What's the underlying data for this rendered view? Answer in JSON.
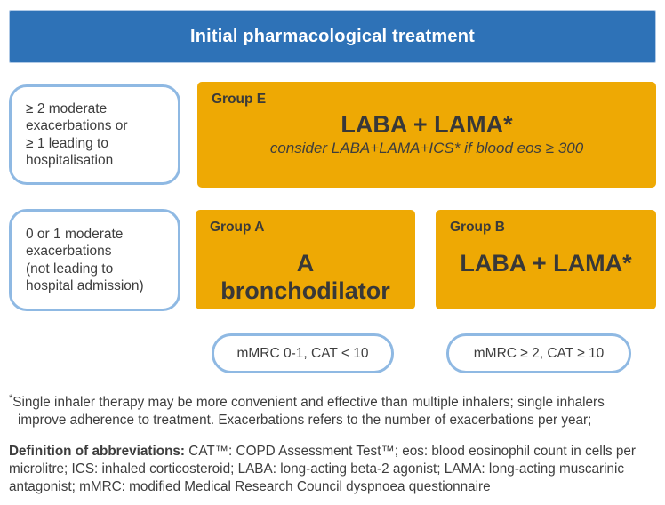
{
  "colors": {
    "header_blue": "#2E72B7",
    "box_orange": "#EEA904",
    "outline_blue": "#8FB9E3",
    "text_dark": "#3D3D3D",
    "text_white": "#FFFFFF"
  },
  "header": {
    "title": "Initial pharmacological treatment"
  },
  "criteria_boxes": [
    {
      "text": "≥ 2 moderate\nexacerbations or\n≥ 1 leading to\nhospitalisation"
    },
    {
      "text": "0 or 1 moderate\nexacerbations\n(not leading to\nhospital admission)"
    }
  ],
  "groups": [
    {
      "label": "Group E",
      "treatment": "LABA + LAMA*",
      "note": "consider LABA+LAMA+ICS* if blood eos ≥ 300"
    },
    {
      "label": "Group A",
      "treatment": "A bronchodilator"
    },
    {
      "label": "Group B",
      "treatment": "LABA + LAMA*"
    }
  ],
  "assessment_pills": [
    {
      "text": "mMRC 0-1, CAT < 10"
    },
    {
      "text": "mMRC ≥ 2, CAT ≥ 10"
    }
  ],
  "footnotes": {
    "asterisk": "*",
    "asterisk_note": "Single inhaler therapy may be more convenient and effective than multiple inhalers; single inhalers improve adherence to treatment. Exacerbations refers to the number of exacerbations per year;",
    "definitions_label": "Definition of abbreviations:",
    "definitions_text": " CAT™: COPD Assessment Test™; eos: blood eosinophil count in cells per microlitre; ICS: inhaled corticosteroid; LABA: long-acting beta-2 agonist; LAMA: long-acting muscarinic antagonist; mMRC: modified Medical Research Council dyspnoea questionnaire"
  }
}
